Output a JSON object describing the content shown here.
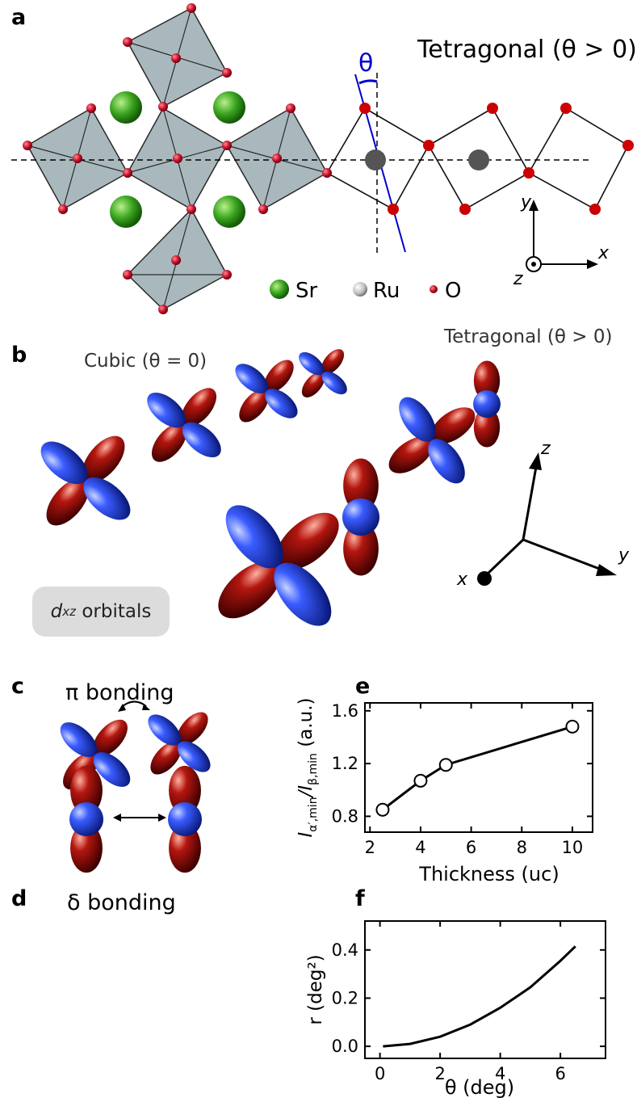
{
  "panel_labels": {
    "a": "a",
    "b": "b",
    "c": "c",
    "d": "d",
    "e": "e",
    "f": "f"
  },
  "panel_a": {
    "title": "Tetragonal (θ > 0)",
    "theta_label": "θ",
    "legend": [
      {
        "label": "Sr",
        "color": "#3aa51f"
      },
      {
        "label": "Ru",
        "color": "#bdbdbd"
      },
      {
        "label": "O",
        "color": "#c8102e"
      }
    ],
    "axes": {
      "y": "y",
      "x": "x",
      "z": "z"
    }
  },
  "panel_b": {
    "cubic_label": "Cubic (θ = 0)",
    "tetragonal_label": "Tetragonal (θ > 0)",
    "orbital_label_main": "d",
    "orbital_label_sub": "xz",
    "orbital_label_rest": " orbitals",
    "axes": {
      "z": "z",
      "y": "y",
      "x": "x"
    }
  },
  "panel_c": {
    "title": "π bonding"
  },
  "panel_d": {
    "title": "δ bonding"
  },
  "colors": {
    "blue_lobe": "#1f3fe0",
    "red_lobe": "#8b0a0a",
    "octahedron": "#a9b8bd",
    "axis_line": "#0000cc"
  },
  "chart_data": [
    {
      "type": "line",
      "panel": "e",
      "x": [
        2.5,
        4,
        5,
        10
      ],
      "y": [
        0.85,
        1.07,
        1.19,
        1.48
      ],
      "markers": "open-circle",
      "xlabel": "Thickness (uc)",
      "ylabel_main": "I",
      "ylabel_sub1": "α′,min",
      "ylabel_mid": "/I",
      "ylabel_sub2": "β,min",
      "ylabel_unit": " (a.u.)",
      "xlim": [
        1.8,
        10.8
      ],
      "ylim": [
        0.68,
        1.66
      ],
      "xticks": [
        2,
        4,
        6,
        8,
        10
      ],
      "yticks": [
        0.8,
        1.2,
        1.6
      ],
      "ytick_labels": [
        "0.8",
        "1.2",
        "1.6"
      ]
    },
    {
      "type": "line",
      "panel": "f",
      "x": [
        0.1,
        1,
        2,
        3,
        4,
        5,
        6,
        6.5
      ],
      "y": [
        0.0,
        0.01,
        0.04,
        0.09,
        0.16,
        0.245,
        0.355,
        0.415
      ],
      "xlabel": "θ (deg)",
      "ylabel": "r (deg²)",
      "xlim": [
        -0.5,
        7.5
      ],
      "ylim": [
        -0.05,
        0.52
      ],
      "xticks": [
        0,
        2,
        4,
        6
      ],
      "yticks": [
        0.0,
        0.2,
        0.4
      ],
      "ytick_labels": [
        "0.0",
        "0.2",
        "0.4"
      ]
    }
  ]
}
